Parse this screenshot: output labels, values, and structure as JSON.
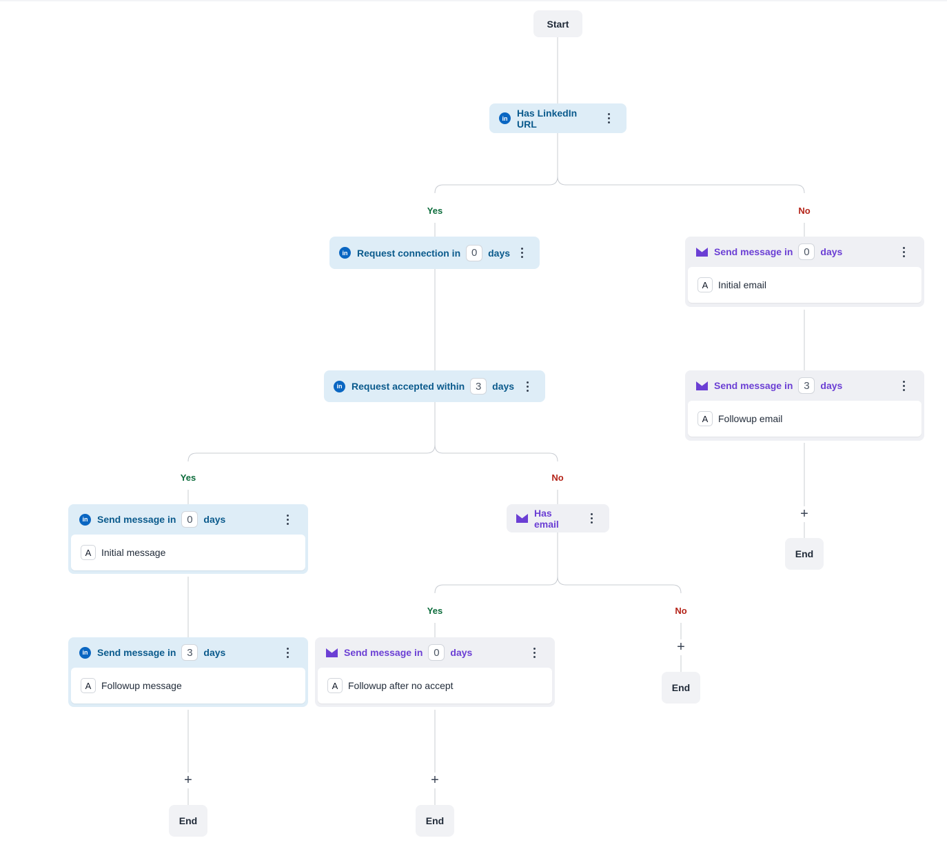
{
  "start": {
    "label": "Start"
  },
  "end_label": "End",
  "branch": {
    "yes": "Yes",
    "no": "No"
  },
  "plus": "+",
  "unit": "days",
  "steps": {
    "has_linkedin": {
      "label": "Has LinkedIn URL",
      "icon": "linkedin-icon"
    },
    "request_connection": {
      "label": "Request connection in",
      "value": "0",
      "icon": "linkedin-icon"
    },
    "request_accepted": {
      "label": "Request accepted within",
      "value": "3",
      "icon": "linkedin-icon"
    },
    "has_email": {
      "label": "Has email",
      "icon": "email-icon"
    },
    "li_initial": {
      "label": "Send message in",
      "value": "0",
      "template": "Initial message",
      "badge": "A",
      "icon": "linkedin-icon"
    },
    "li_followup": {
      "label": "Send message in",
      "value": "3",
      "template": "Followup message",
      "badge": "A",
      "icon": "linkedin-icon"
    },
    "em_no_accept": {
      "label": "Send message in",
      "value": "0",
      "template": "Followup after no accept",
      "badge": "A",
      "icon": "email-icon"
    },
    "em_initial": {
      "label": "Send message in",
      "value": "0",
      "template": "Initial email",
      "badge": "A",
      "icon": "email-icon"
    },
    "em_followup": {
      "label": "Send message in",
      "value": "3",
      "template": "Followup email",
      "badge": "A",
      "icon": "email-icon"
    }
  },
  "colors": {
    "linkedin": "#0a66c2",
    "email": "#6b3fd4",
    "yes": "#0b6b3a",
    "no": "#b42318"
  }
}
